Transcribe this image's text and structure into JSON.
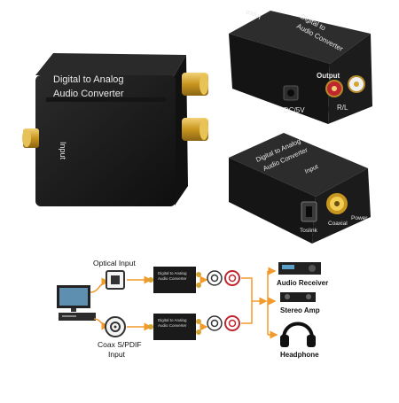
{
  "device_front": {
    "line1": "Digital to Analog",
    "line2": "Audio Converter",
    "side_label": "Input"
  },
  "device_back": {
    "top_label1": "Digital to",
    "top_label2": "Audio Converter",
    "side_label": "Input",
    "output_label": "Output",
    "dc_label": "DC/5V",
    "rl_label": "R/L"
  },
  "device_side": {
    "top_label1": "Digital to Analog",
    "top_label2": "Audio Converter",
    "side_label": "Input",
    "toslink_label": "Toslink",
    "coaxial_label": "Coaxial",
    "power_label": "Power"
  },
  "diagram": {
    "optical_input_label": "Optical Input",
    "coax_label_line1": "Coax S/PDIF",
    "coax_label_line2": "Input",
    "box_label_line1": "Digital to Analog",
    "box_label_line2": "Audio Converter",
    "receiver_label": "Audio Receiver",
    "amp_label": "Stereo Amp",
    "headphone_label": "Headphone"
  },
  "colors": {
    "device_black": "#1b1b1b",
    "gold": "#d3a432",
    "rca_red": "#c0262d",
    "arrow_orange": "#f29a2b"
  }
}
